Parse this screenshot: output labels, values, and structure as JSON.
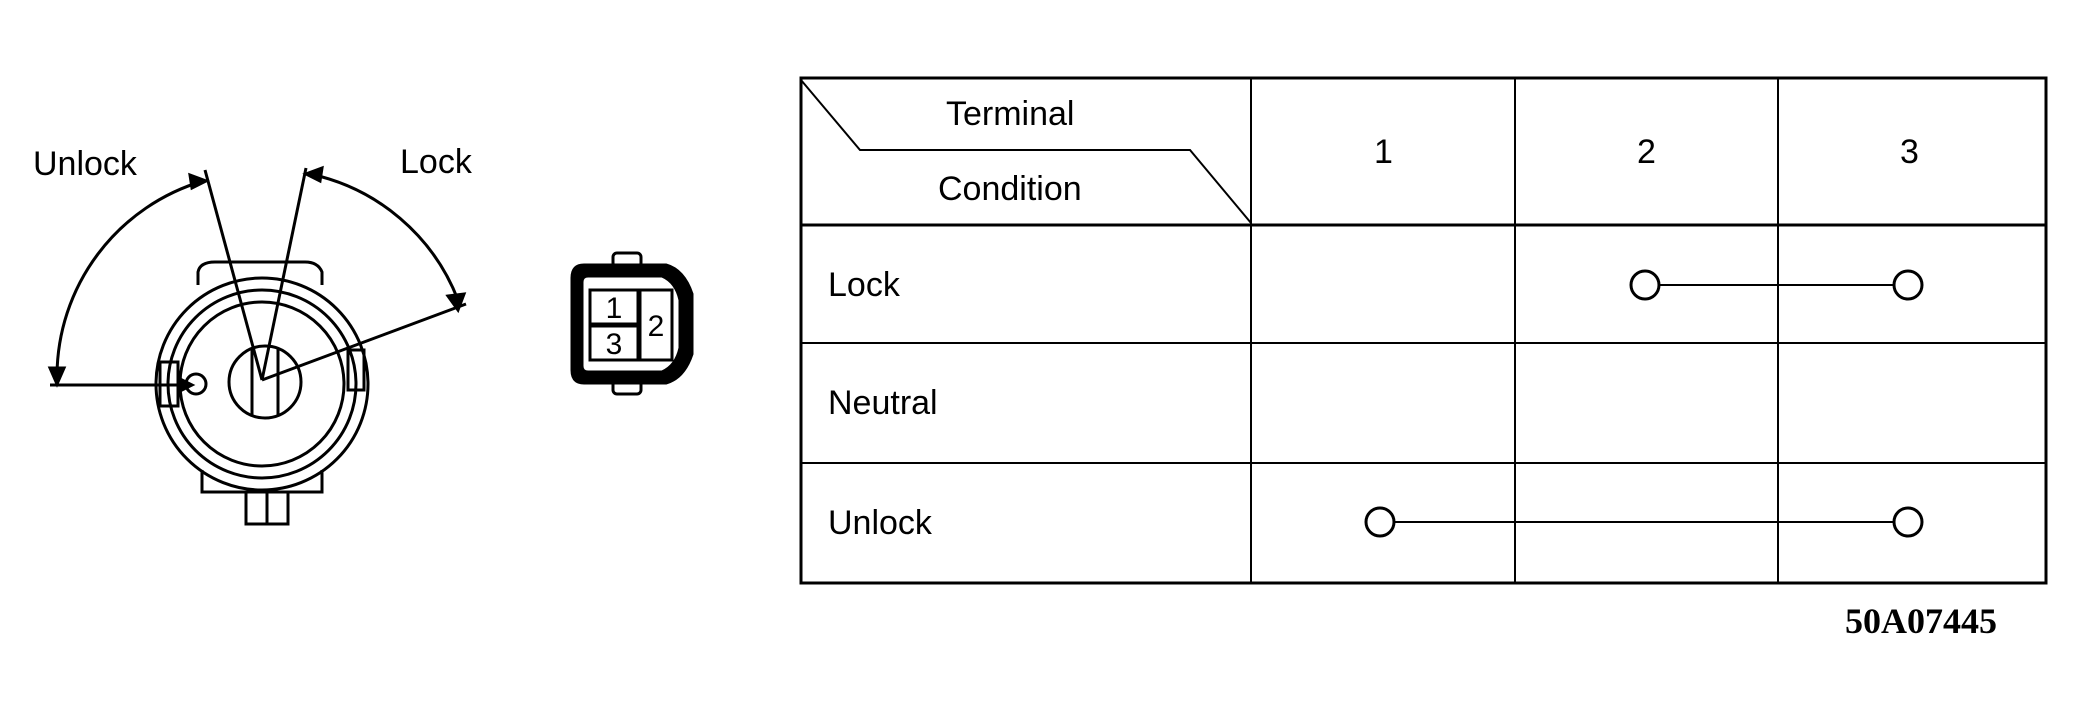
{
  "switch_diagram": {
    "label_unlock": "Unlock",
    "label_lock": "Lock"
  },
  "connector": {
    "pins": [
      "1",
      "3",
      "2"
    ]
  },
  "table": {
    "header_terminal": "Terminal",
    "header_condition": "Condition",
    "columns": [
      "1",
      "2",
      "3"
    ],
    "rows": [
      {
        "label": "Lock",
        "connected": [
          "2",
          "3"
        ]
      },
      {
        "label": "Neutral",
        "connected": []
      },
      {
        "label": "Unlock",
        "connected": [
          "1",
          "3"
        ]
      }
    ]
  },
  "figure_code": "50A07445"
}
